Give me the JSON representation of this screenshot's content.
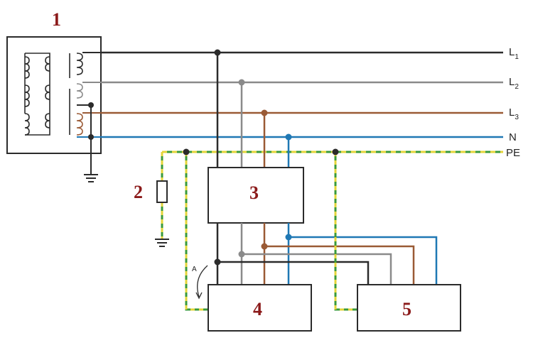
{
  "diagram": {
    "markers": {
      "transformer": "1",
      "resistor": "2",
      "device_3": "3",
      "device_4": "4",
      "device_5": "5"
    },
    "lines": {
      "l1": {
        "main": "L",
        "sub": "1"
      },
      "l2": {
        "main": "L",
        "sub": "2"
      },
      "l3": {
        "main": "L",
        "sub": "3"
      },
      "n": "N",
      "pe": "PE"
    },
    "arrow_label": "A",
    "colors": {
      "l1": "#2b2b2b",
      "l2": "#8a8a8a",
      "l3": "#9a5a35",
      "n": "#1f78b4",
      "pe_green": "#3a9a3a",
      "pe_yellow": "#e3d43a",
      "box_stroke": "#2b2b2b",
      "number_color": "#8b1a1a"
    },
    "icons": [
      "transformer-icon",
      "ground-icon",
      "resistor-icon",
      "arrow-icon"
    ]
  }
}
